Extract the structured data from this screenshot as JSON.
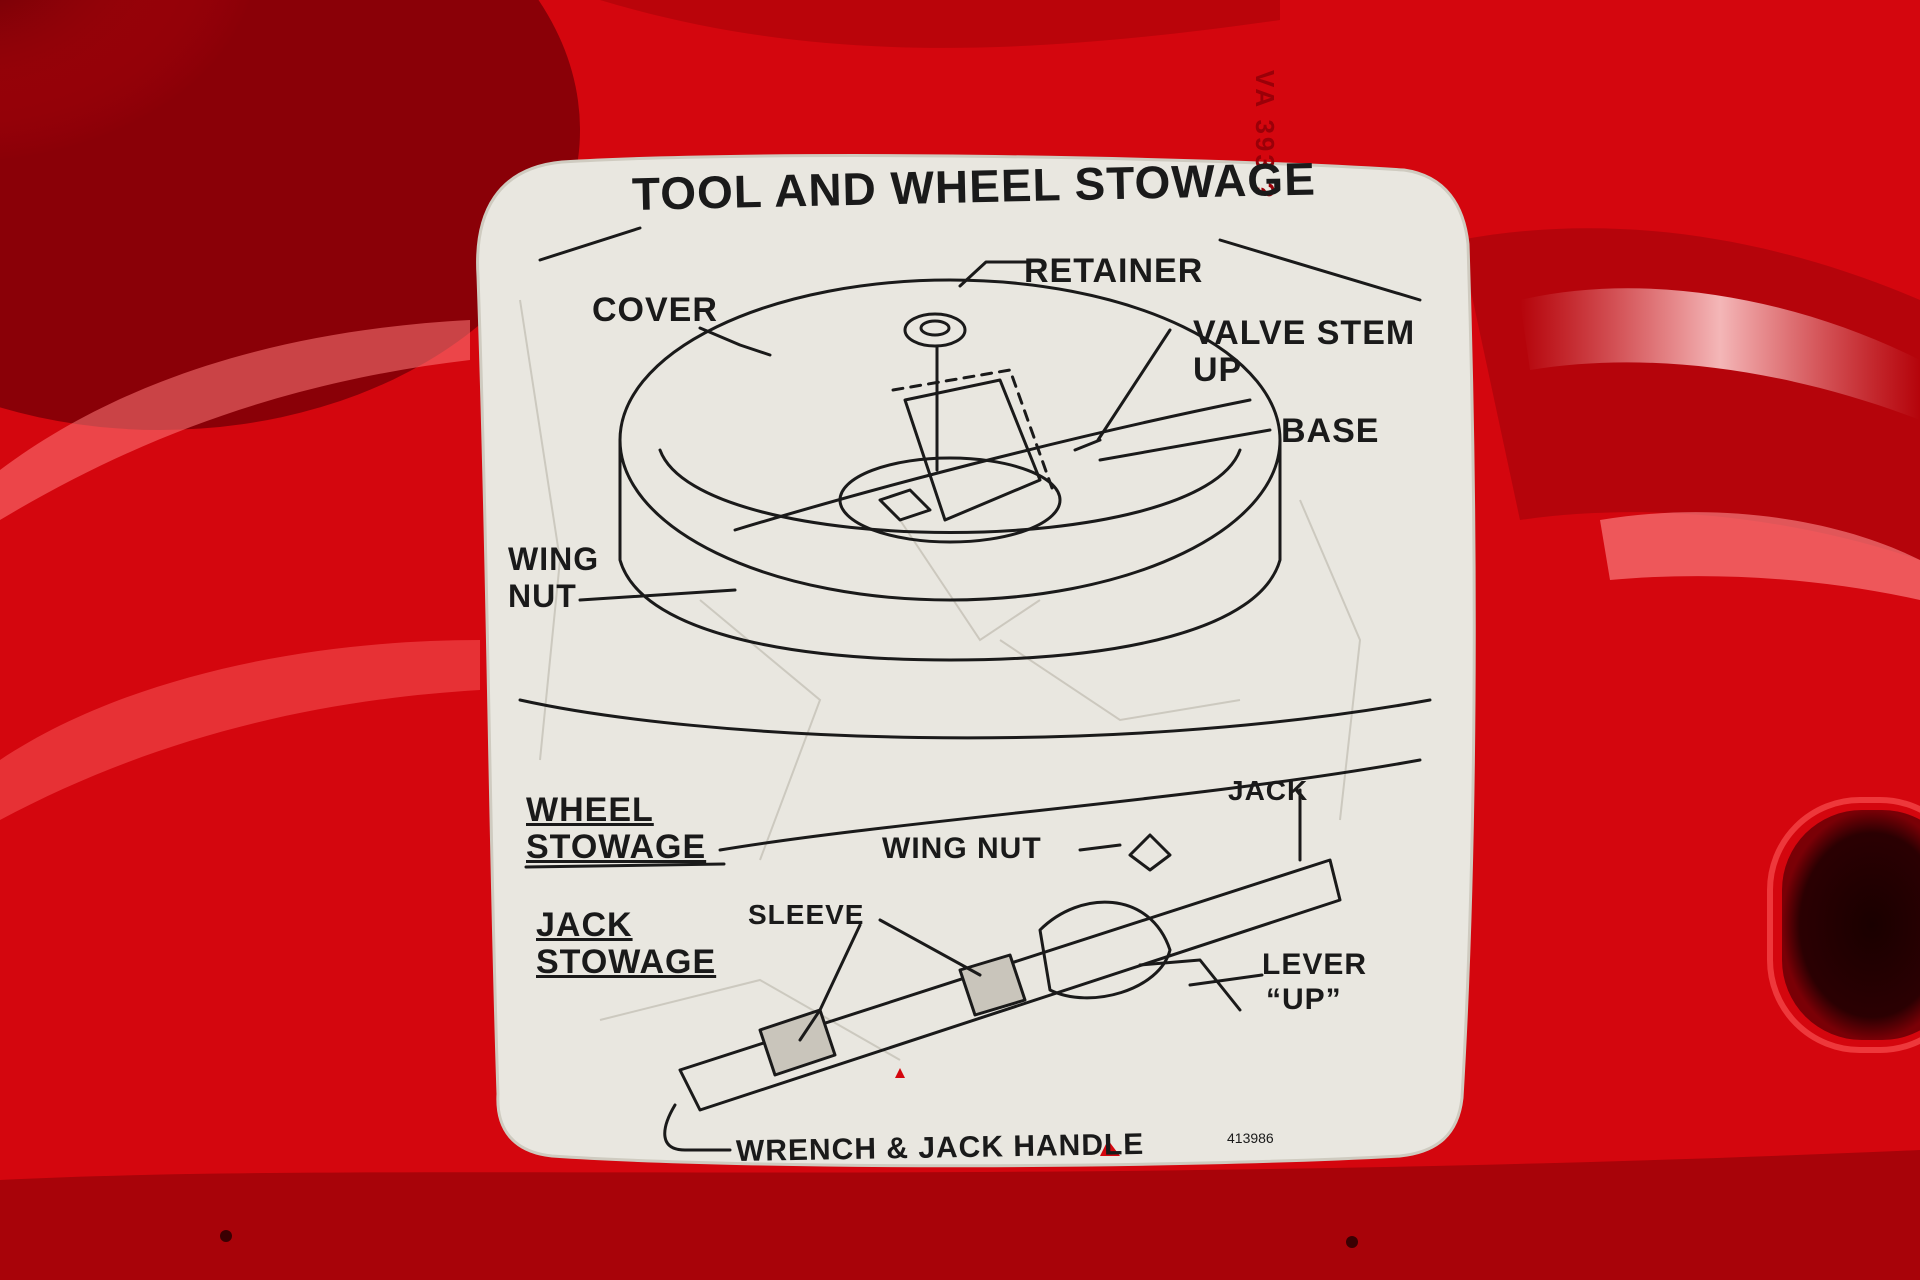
{
  "colors": {
    "body_paint": "#d4060e",
    "highlight": "#ff6c6c",
    "shadow": "#6a0005",
    "label_paper": "#e9e7e0",
    "ink": "#1a1a1a"
  },
  "stamp_text": "VA 393 ?",
  "decal": {
    "title": "TOOL AND WHEEL STOWAGE",
    "labels": {
      "cover": "COVER",
      "retainer": "RETAINER",
      "valve_stem": "VALVE STEM",
      "valve_stem_up": "UP",
      "base": "BASE",
      "wing_nut_top_line1": "WING",
      "wing_nut_top_line2": "NUT",
      "jack": "JACK",
      "wing_nut": "WING NUT",
      "sleeve": "SLEEVE",
      "lever": "LEVER",
      "lever_up": "“UP”",
      "wrench_handle": "WRENCH & JACK HANDLE"
    },
    "headings": {
      "wheel_stowage_line1": "WHEEL",
      "wheel_stowage_line2": "STOWAGE",
      "jack_stowage_line1": "JACK",
      "jack_stowage_line2": "STOWAGE"
    },
    "part_number": "413986"
  }
}
